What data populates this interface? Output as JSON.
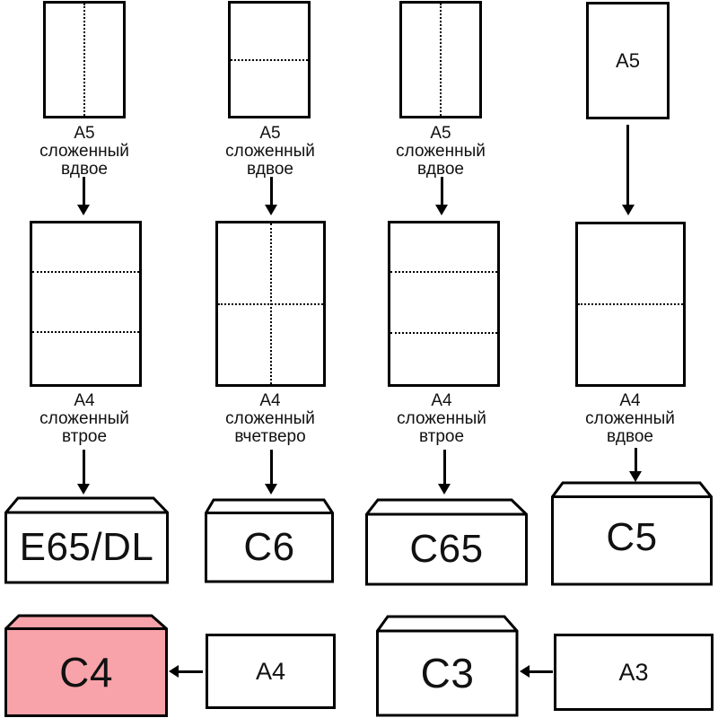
{
  "colors": {
    "canvas_bg": "#ffffff",
    "line": "#000000",
    "envelope_fill": "#ffffff",
    "c4_envelope_fill": "#f7a3a9"
  },
  "columns": [
    {
      "top_caption": [
        "A5",
        "сложенный",
        "вдвое"
      ],
      "mid_caption": [
        "A4",
        "сложенный",
        "втрое"
      ],
      "envelope_label": "E65/DL"
    },
    {
      "top_caption": [
        "A5",
        "сложенный",
        "вдвое"
      ],
      "mid_caption": [
        "A4",
        "сложенный",
        "вчетверо"
      ],
      "envelope_label": "C6"
    },
    {
      "top_caption": [
        "A5",
        "сложенный",
        "вдвое"
      ],
      "mid_caption": [
        "A4",
        "сложенный",
        "втрое"
      ],
      "envelope_label": "C65"
    },
    {
      "sheet_label": "A5",
      "mid_caption": [
        "A4",
        "сложенный",
        "вдвое"
      ],
      "envelope_label": "C5"
    }
  ],
  "bottom_row": [
    {
      "envelope_label": "C4",
      "source_sheet_label": "A4"
    },
    {
      "envelope_label": "C3",
      "source_sheet_label": "A3"
    }
  ]
}
